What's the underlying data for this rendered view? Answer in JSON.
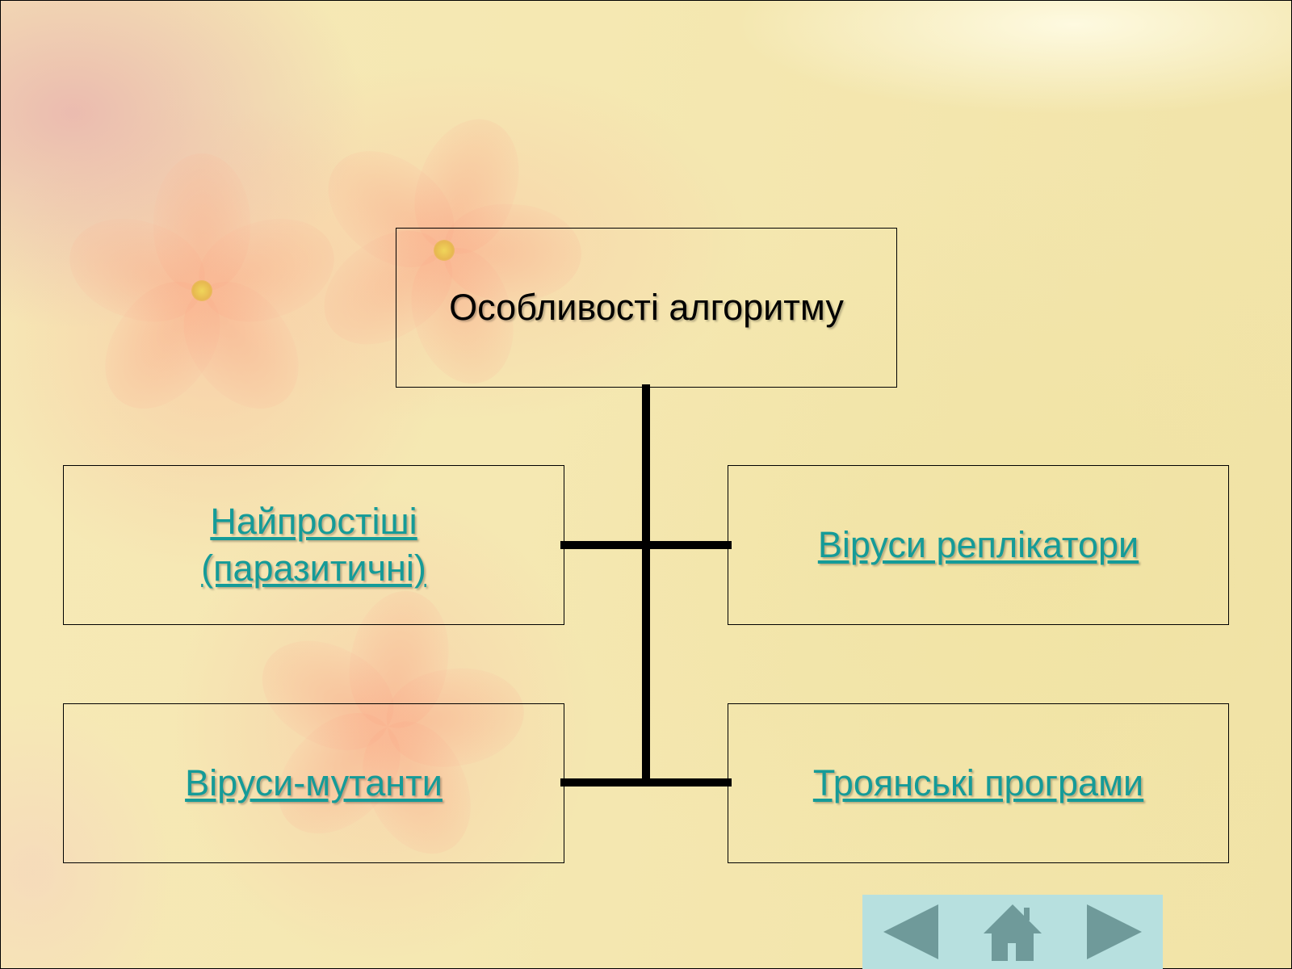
{
  "diagram": {
    "root": {
      "label": "Особливості алгоритму"
    },
    "branches": [
      {
        "label": "Найпростіші (паразитичні)"
      },
      {
        "label": "Віруси реплікатори"
      },
      {
        "label": "Віруси-мутанти"
      },
      {
        "label": "Троянські програми"
      }
    ]
  },
  "navigation": {
    "back_icon": "triangle-left-icon",
    "home_icon": "home-icon",
    "forward_icon": "triangle-right-icon",
    "panel_color": "#b7e0df",
    "icon_color": "#6f9a9a"
  },
  "colors": {
    "link": "#159b98",
    "border": "#000000"
  }
}
